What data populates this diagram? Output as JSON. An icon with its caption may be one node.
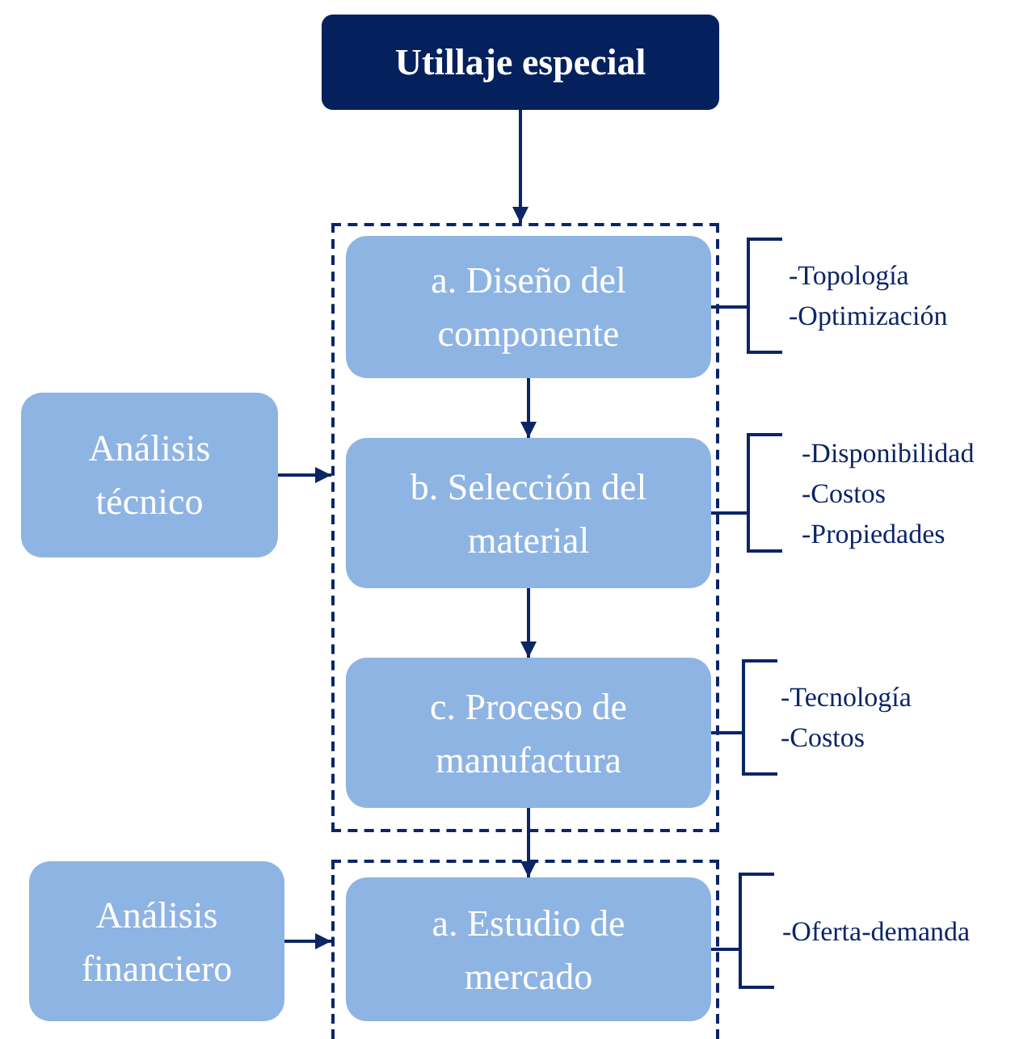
{
  "diagram": {
    "nodes": [
      {
        "text": [
          "Utillaje especial"
        ]
      },
      {
        "text": [],
        "shape": "box"
      },
      {
        "text": [
          "a. Diseño del componente"
        ],
        "in": 1
      },
      {
        "text": [
          "-Topología",
          "-Optimización"
        ]
      },
      {
        "text": [
          "Análisis técnico"
        ]
      },
      {
        "text": [
          "b. Selección del material"
        ],
        "in": 1
      },
      {
        "text": [
          "-Disponibilidad",
          "-Costos",
          "-Propiedades"
        ]
      },
      {
        "text": [
          "c. Proceso de manufactura"
        ],
        "in": 1
      },
      {
        "text": [
          "-Tecnología",
          "-Costos"
        ]
      },
      {
        "text": [],
        "shape": "box"
      },
      {
        "text": [
          "Análisis financiero"
        ]
      },
      {
        "text": [
          "a. Estudio de mercado"
        ],
        "in": 9
      },
      {
        "text": [
          "-Oferta-demanda"
        ]
      }
    ],
    "edges": [
      {
        "from": 0,
        "to": 1,
        "arrow": "to"
      },
      {
        "from": 2,
        "to": 5,
        "arrow": "to"
      },
      {
        "from": 5,
        "to": 7,
        "arrow": "to"
      },
      {
        "from": 7,
        "to": 11,
        "arrow": "to"
      },
      {
        "from": 4,
        "to": 1,
        "arrow": "to"
      },
      {
        "from": 10,
        "to": 9,
        "arrow": "to"
      },
      {
        "from": 2,
        "to": 3,
        "arrow": "none"
      },
      {
        "from": 5,
        "to": 6,
        "arrow": "none"
      },
      {
        "from": 7,
        "to": 8,
        "arrow": "none"
      },
      {
        "from": 11,
        "to": 12,
        "arrow": "none"
      }
    ]
  }
}
